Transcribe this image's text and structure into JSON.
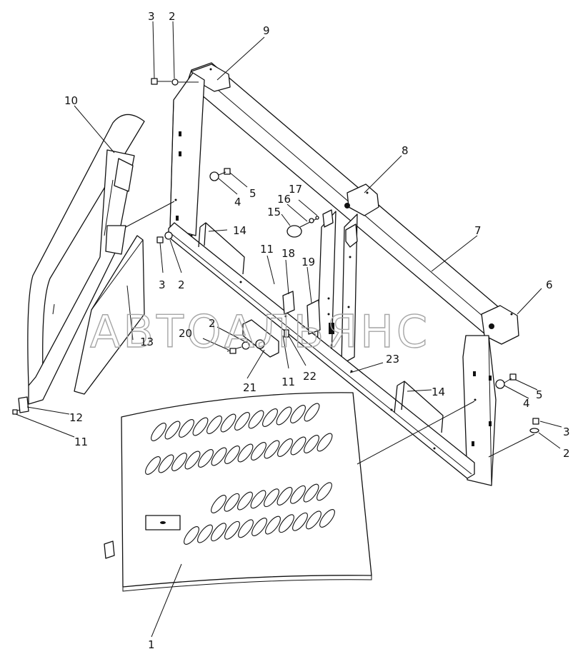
{
  "watermark": "АВТОАЛЬЯНС",
  "callouts": [
    {
      "id": "c-3a",
      "text": "3"
    },
    {
      "id": "c-2a",
      "text": "2"
    },
    {
      "id": "c-9",
      "text": "9"
    },
    {
      "id": "c-10",
      "text": "10"
    },
    {
      "id": "c-8",
      "text": "8"
    },
    {
      "id": "c-5a",
      "text": "5"
    },
    {
      "id": "c-4a",
      "text": "4"
    },
    {
      "id": "c-17",
      "text": "17"
    },
    {
      "id": "c-16",
      "text": "16"
    },
    {
      "id": "c-15",
      "text": "15"
    },
    {
      "id": "c-14a",
      "text": "14"
    },
    {
      "id": "c-7",
      "text": "7"
    },
    {
      "id": "c-11a",
      "text": "11"
    },
    {
      "id": "c-18",
      "text": "18"
    },
    {
      "id": "c-19",
      "text": "19"
    },
    {
      "id": "c-3b",
      "text": "3"
    },
    {
      "id": "c-2b",
      "text": "2"
    },
    {
      "id": "c-6",
      "text": "6"
    },
    {
      "id": "c-2c",
      "text": "2"
    },
    {
      "id": "c-20",
      "text": "20"
    },
    {
      "id": "c-13",
      "text": "13"
    },
    {
      "id": "c-23",
      "text": "23"
    },
    {
      "id": "c-21",
      "text": "21"
    },
    {
      "id": "c-11b",
      "text": "11"
    },
    {
      "id": "c-22",
      "text": "22"
    },
    {
      "id": "c-14b",
      "text": "14"
    },
    {
      "id": "c-5b",
      "text": "5"
    },
    {
      "id": "c-4b",
      "text": "4"
    },
    {
      "id": "c-3c",
      "text": "3"
    },
    {
      "id": "c-2d",
      "text": "2"
    },
    {
      "id": "c-12",
      "text": "12"
    },
    {
      "id": "c-11c",
      "text": "11"
    },
    {
      "id": "c-1",
      "text": "1"
    }
  ]
}
